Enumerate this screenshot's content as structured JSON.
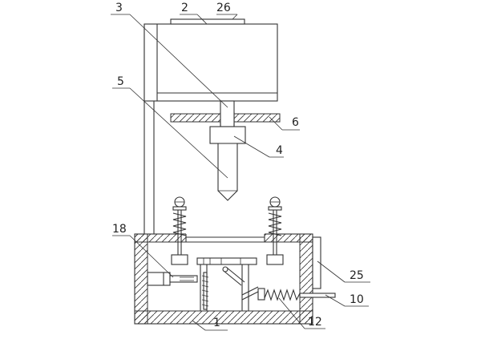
{
  "labels": {
    "l1": "1",
    "l2": "2",
    "l3": "3",
    "l4": "4",
    "l5": "5",
    "l6": "6",
    "l10": "10",
    "l12": "12",
    "l18": "18",
    "l25": "25",
    "l26": "26"
  }
}
